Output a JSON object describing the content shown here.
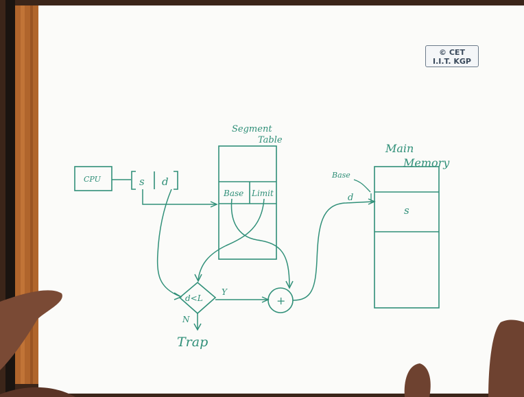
{
  "watermark": {
    "line1": "© CET",
    "line2": "I.I.T. KGP"
  },
  "diagram": {
    "cpu_label": "CPU",
    "address_fields": [
      "s",
      "d"
    ],
    "segment_table_title": [
      "Segment",
      "Table"
    ],
    "segment_entry": [
      "Base",
      "Limit"
    ],
    "comparator_label": "d<L",
    "comparator_yes": "Y",
    "comparator_no": "N",
    "trap_label": "Trap",
    "adder_label": "+",
    "main_memory_title": [
      "Main",
      "Memory"
    ],
    "memory_base_label": "Base",
    "memory_offset_label": "d",
    "memory_segment_label": "s"
  },
  "colors": {
    "ink": "#2f8f78",
    "paper": "#fbfbf9",
    "wood": "#b0652c"
  }
}
